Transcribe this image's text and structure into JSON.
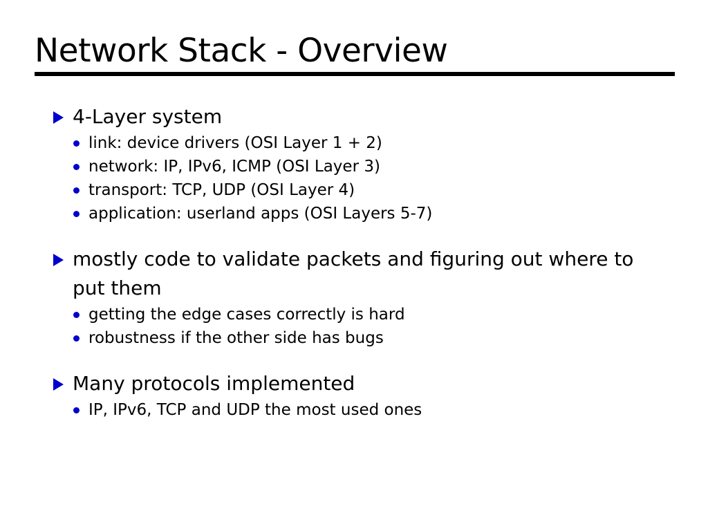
{
  "slide": {
    "title": "Network Stack - Overview",
    "bullet_color": "#0000cc",
    "text_color": "#000000",
    "background_color": "#ffffff",
    "rule_color": "#000000",
    "level1_bullet_icon": "triangle-right-icon",
    "level2_bullet_icon": "dot-icon",
    "groups": [
      {
        "heading": "4-Layer system",
        "items": [
          "link: device drivers (OSI Layer 1 + 2)",
          "network: IP, IPv6, ICMP (OSI Layer 3)",
          "transport: TCP, UDP (OSI Layer 4)",
          "application: userland apps (OSI Layers 5-7)"
        ]
      },
      {
        "heading": "mostly code to validate packets and figuring out where to put them",
        "items": [
          "getting the edge cases correctly is hard",
          "robustness if the other side has bugs"
        ]
      },
      {
        "heading": "Many protocols implemented",
        "items": [
          "IP, IPv6, TCP and UDP the most used ones"
        ]
      }
    ]
  }
}
